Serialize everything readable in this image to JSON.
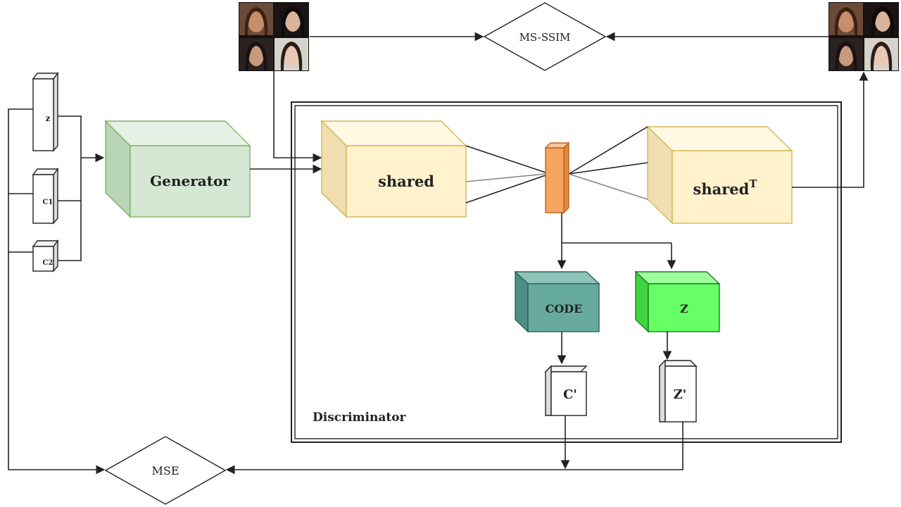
{
  "labels": {
    "generator": "Generator",
    "shared": "shared",
    "shared_t": "shared",
    "shared_t_sup": "T",
    "code": "CODE",
    "z_head": "Z",
    "c_prime": "C'",
    "z_prime": "Z'",
    "discriminator": "Discriminator",
    "ms_ssim": "MS-SSIM",
    "mse": "MSE",
    "input_z": "z",
    "input_c1": "C1",
    "input_c2": "C2"
  },
  "colors": {
    "generator_fill": "#d5e8d4",
    "generator_stroke": "#82b366",
    "shared_fill": "#fff2cc",
    "shared_stroke": "#d6b656",
    "latent_fill": "#f5a460",
    "latent_stroke": "#c06020",
    "code_fill": "#67ab9f",
    "code_stroke": "#2f5f56",
    "z_fill": "#66ff66",
    "z_stroke": "#1f7a1f",
    "line": "#222222"
  }
}
